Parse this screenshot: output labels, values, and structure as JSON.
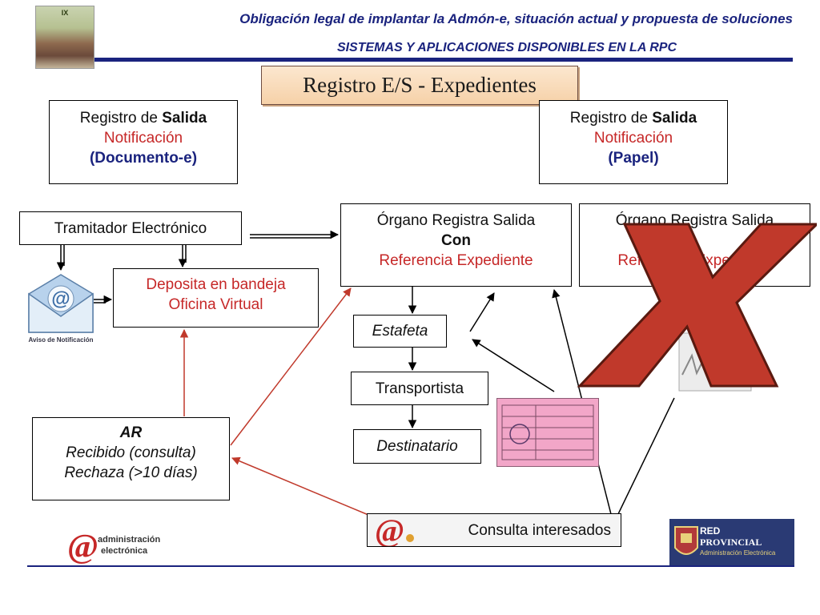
{
  "header": {
    "title": "Obligación legal de implantar la Admón-e, situación actual y propuesta de soluciones",
    "subtitle": "SISTEMAS Y APLICACIONES DISPONIBLES EN LA RPC"
  },
  "book_cover": {
    "label": "IX"
  },
  "main_title": "Registro E/S - Expedientes",
  "nodes": {
    "salida_e": {
      "line1_prefix": "Registro de ",
      "line1_bold": "Salida",
      "line2": "Notificación",
      "line3": "(Documento-e)"
    },
    "salida_p": {
      "line1_prefix": "Registro de ",
      "line1_bold": "Salida",
      "line2": "Notificación",
      "line3": "(Papel)"
    },
    "tramitador": "Tramitador Electrónico",
    "deposita": {
      "line1": "Deposita en bandeja",
      "line2": "Oficina Virtual"
    },
    "organo_con": {
      "line1": "Órgano Registra Salida",
      "line2": "Con",
      "line3": "Referencia Expediente"
    },
    "organo_sin": {
      "line1": "Órgano Registra Salida",
      "line3": "Referencia Expediente"
    },
    "estafeta": "Estafeta",
    "transportista": "Transportista",
    "destinatario": "Destinatario",
    "ar": {
      "line1": "AR",
      "line2": "Recibido (consulta)",
      "line3": "Rechaza (>10 días)"
    },
    "consulta": "Consulta interesados"
  },
  "email_icon": {
    "caption": "Aviso de Notificación"
  },
  "logos": {
    "admin": {
      "line1": "administración",
      "line2": "electrónica"
    },
    "red": {
      "line1": "RED",
      "line2": "PROVINCIAL",
      "line3": "Administración Electrónica"
    }
  },
  "colors": {
    "navy": "#1a237e",
    "red": "#c62828",
    "arrow_red": "#c0392b",
    "x_mark": "#c0392b"
  }
}
